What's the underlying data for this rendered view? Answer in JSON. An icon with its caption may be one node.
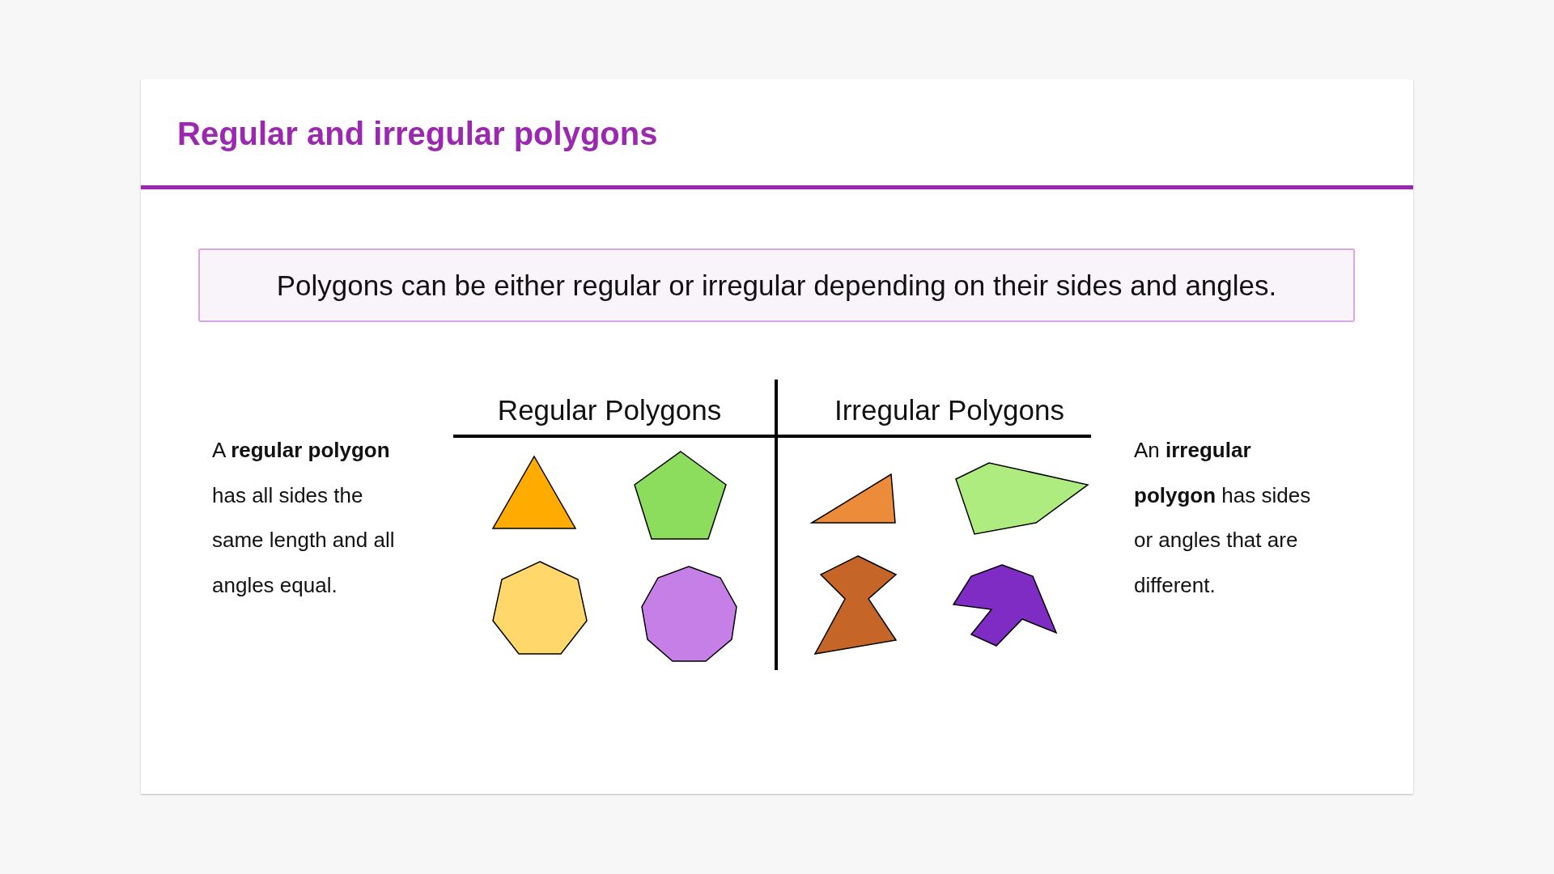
{
  "diagram": {
    "title": "Regular and irregular polygons",
    "nodes": [
      {
        "text": [
          "Polygons can be either regular or irregular depending on their sides and angles."
        ]
      }
    ],
    "edges": [],
    "labels": [
      "Regular Polygons",
      "Irregular Polygons",
      "A **regular polygon** has all sides the same length and all angles equal.",
      "An **irregular polygon** has sides or angles that are different."
    ]
  }
}
